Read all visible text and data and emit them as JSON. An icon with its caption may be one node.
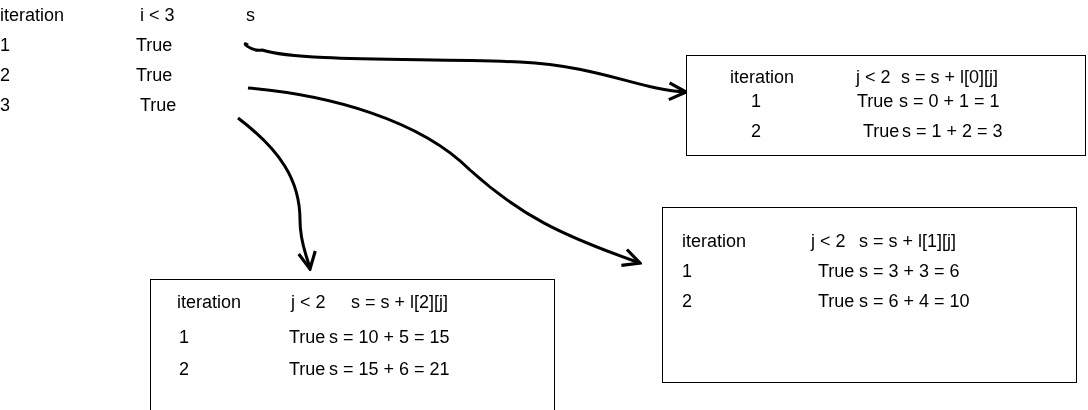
{
  "diagram": {
    "nodes": [
      {
        "text": [
          "iteration",
          "j < 2",
          "s = s + l[0][j]",
          "1",
          "True",
          "s = 0 + 1 = 1",
          "2",
          "True",
          "s = 1 + 2 = 3"
        ]
      },
      {
        "text": [
          "iteration",
          "j < 2",
          "s = s + l[1][j]",
          "1",
          "True",
          "s = 3 + 3 = 6",
          "2",
          "True",
          "s = 6 + 4 = 10"
        ]
      },
      {
        "text": [
          "iteration",
          "j < 2",
          "s = s + l[2][j]",
          "1",
          "True",
          "s = 10 + 5 = 15",
          "2",
          "True",
          "s = 15 + 6 = 21"
        ]
      }
    ],
    "edges": [
      {
        "from": null,
        "to": 0,
        "arrow": "to"
      },
      {
        "from": null,
        "to": 1,
        "arrow": "to"
      },
      {
        "from": null,
        "to": 2,
        "arrow": "to"
      }
    ],
    "labels": [
      "iteration",
      "i < 3",
      "s",
      "1",
      "True",
      "2",
      "True",
      "3",
      "True"
    ]
  }
}
